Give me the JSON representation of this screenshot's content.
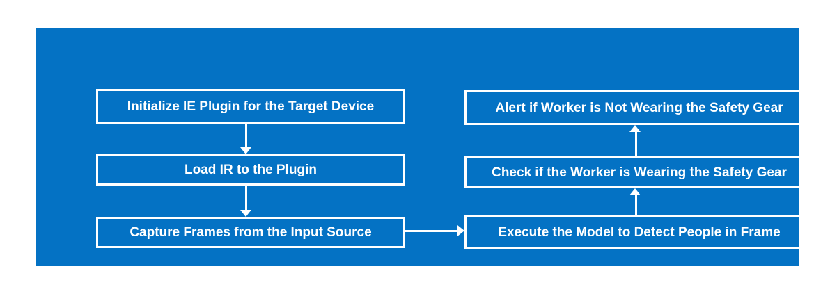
{
  "diagram": {
    "type": "flowchart",
    "colors": {
      "panel": "#0472c4",
      "line": "#ffffff",
      "text": "#ffffff",
      "page_background": "#ffffff"
    },
    "nodes": [
      {
        "id": "initialize",
        "label": "Initialize IE Plugin for the Target Device"
      },
      {
        "id": "load",
        "label": "Load IR to the Plugin"
      },
      {
        "id": "capture",
        "label": "Capture Frames from the Input Source"
      },
      {
        "id": "alert",
        "label": "Alert if Worker is Not Wearing the Safety Gear"
      },
      {
        "id": "check",
        "label": "Check if the Worker is Wearing the Safety Gear"
      },
      {
        "id": "execute",
        "label": "Execute the Model to Detect People in Frame"
      }
    ],
    "edges": [
      {
        "from": "initialize",
        "to": "load",
        "direction": "down"
      },
      {
        "from": "load",
        "to": "capture",
        "direction": "down"
      },
      {
        "from": "capture",
        "to": "execute",
        "direction": "right"
      },
      {
        "from": "execute",
        "to": "check",
        "direction": "up"
      },
      {
        "from": "check",
        "to": "alert",
        "direction": "up"
      }
    ]
  }
}
